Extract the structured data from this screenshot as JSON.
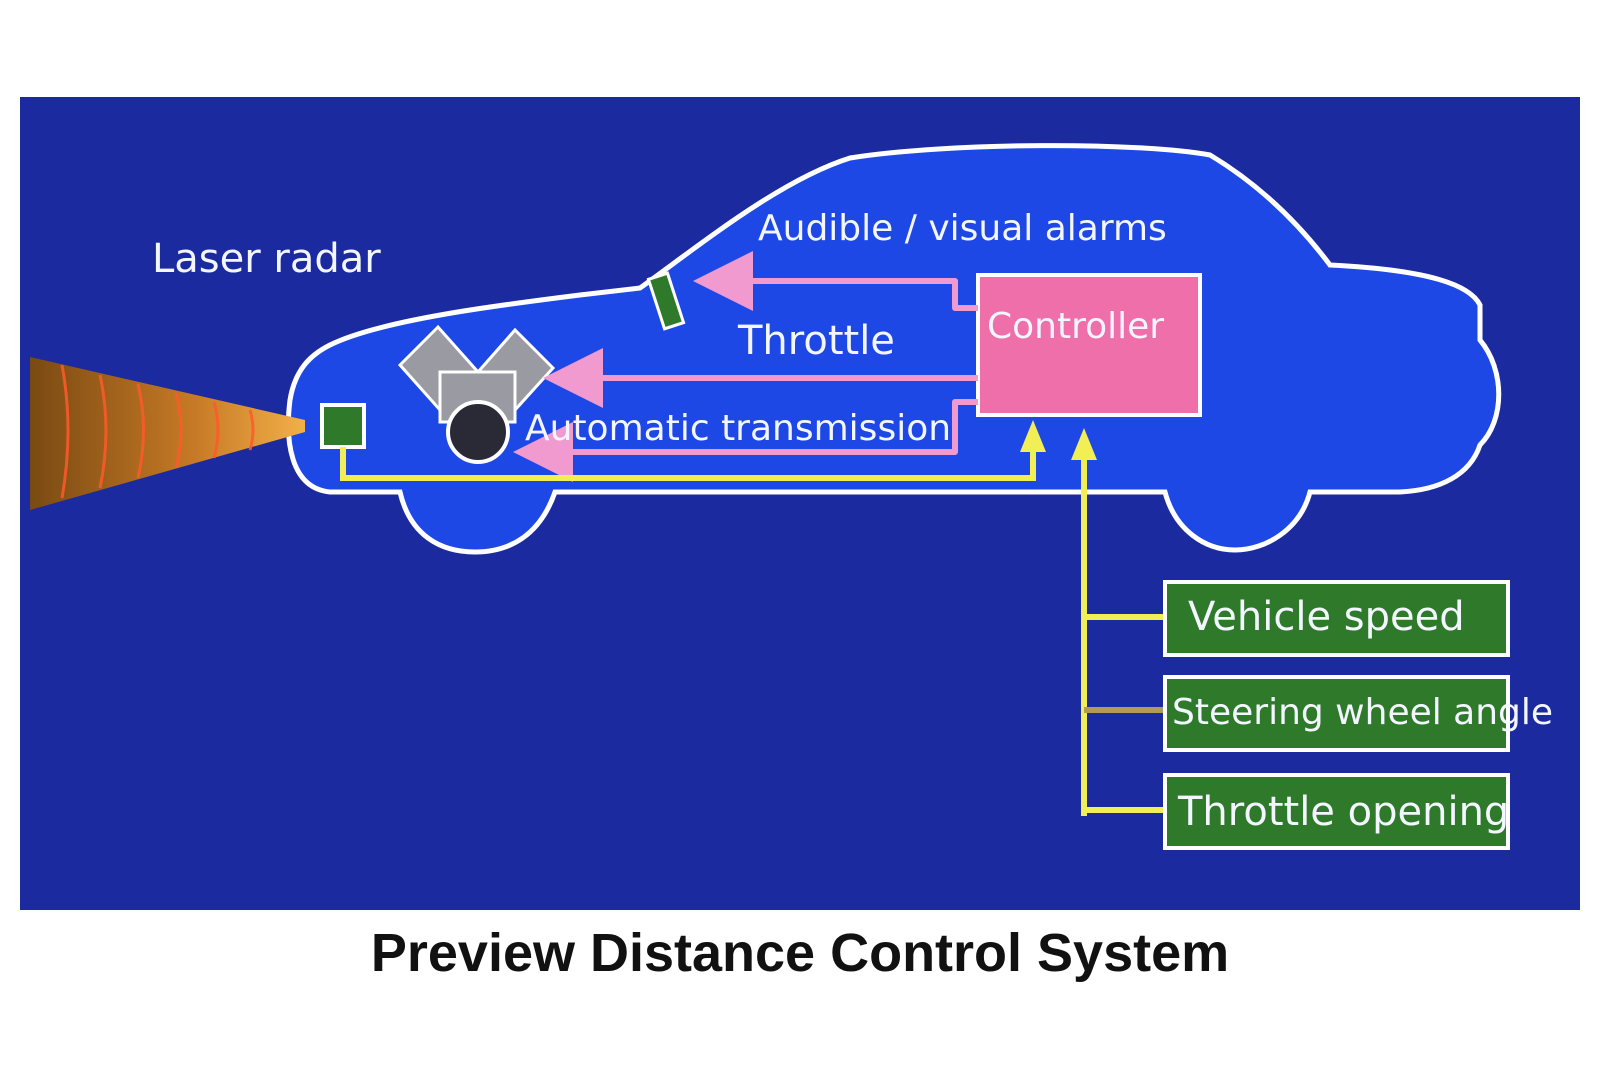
{
  "caption": "Preview Distance Control System",
  "labels": {
    "laser_radar": "Laser radar",
    "alarms": "Audible / visual alarms",
    "throttle": "Throttle",
    "transmission": "Automatic transmission",
    "controller": "Controller"
  },
  "sensors": [
    "Vehicle speed",
    "Steering wheel angle",
    "Throttle opening"
  ],
  "colors": {
    "background": "#1b2a9e",
    "car_body": "#1d48e6",
    "controller": "#ee6fa9",
    "sensor_box": "#2f7a2a",
    "output_arrow": "#f09ad0",
    "input_arrow": "#f2ef56",
    "outline": "#ffffff"
  }
}
